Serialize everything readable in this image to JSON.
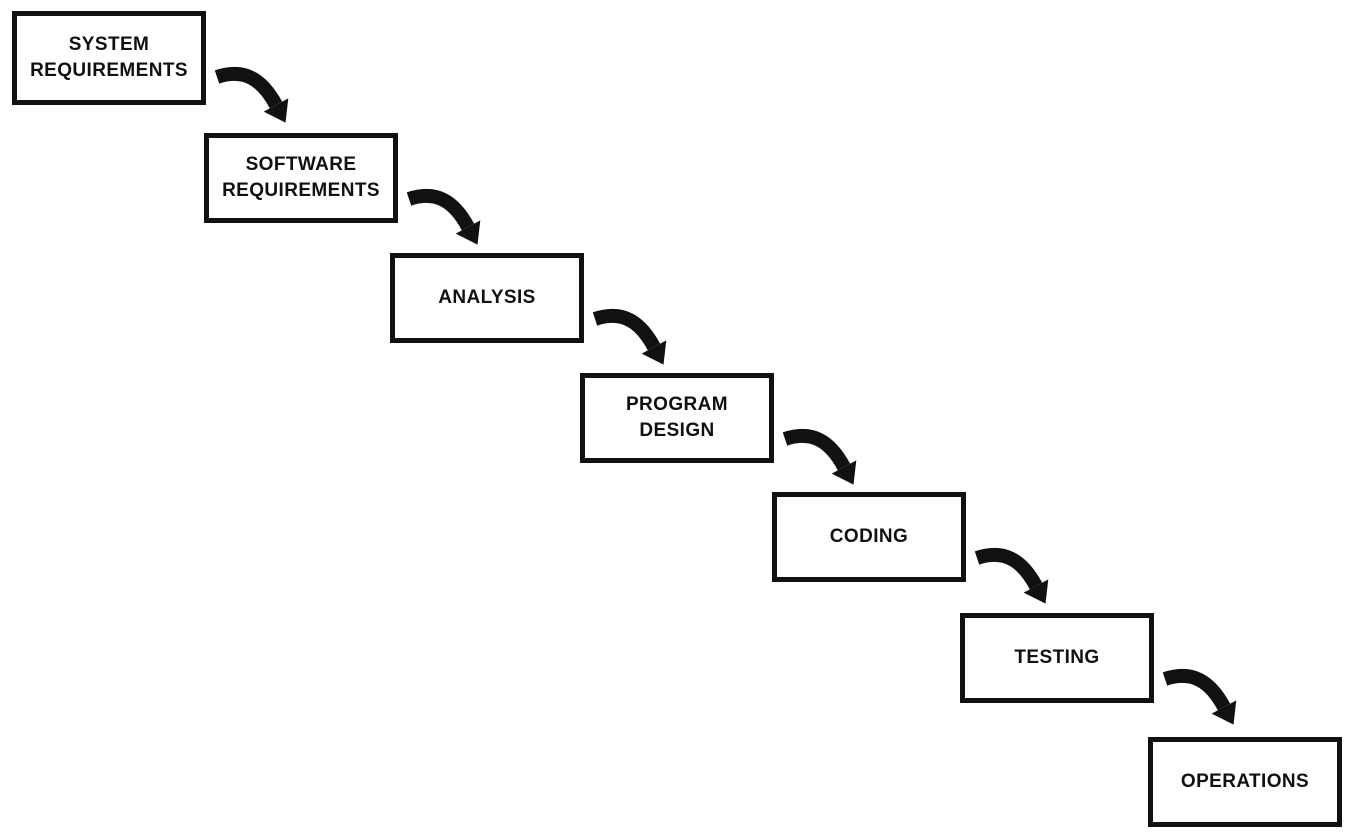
{
  "diagram": {
    "name": "waterfall-model-cascade",
    "background_color": "#ffffff",
    "ink_color": "#111111",
    "steps": [
      {
        "id": "system-requirements",
        "label": "SYSTEM\nREQUIREMENTS"
      },
      {
        "id": "software-requirements",
        "label": "SOFTWARE\nREQUIREMENTS"
      },
      {
        "id": "analysis",
        "label": "ANALYSIS"
      },
      {
        "id": "program-design",
        "label": "PROGRAM\nDESIGN"
      },
      {
        "id": "coding",
        "label": "CODING"
      },
      {
        "id": "testing",
        "label": "TESTING"
      },
      {
        "id": "operations",
        "label": "OPERATIONS"
      }
    ],
    "connector": {
      "icon": "curved-arrow-down-right",
      "count": 6
    }
  }
}
